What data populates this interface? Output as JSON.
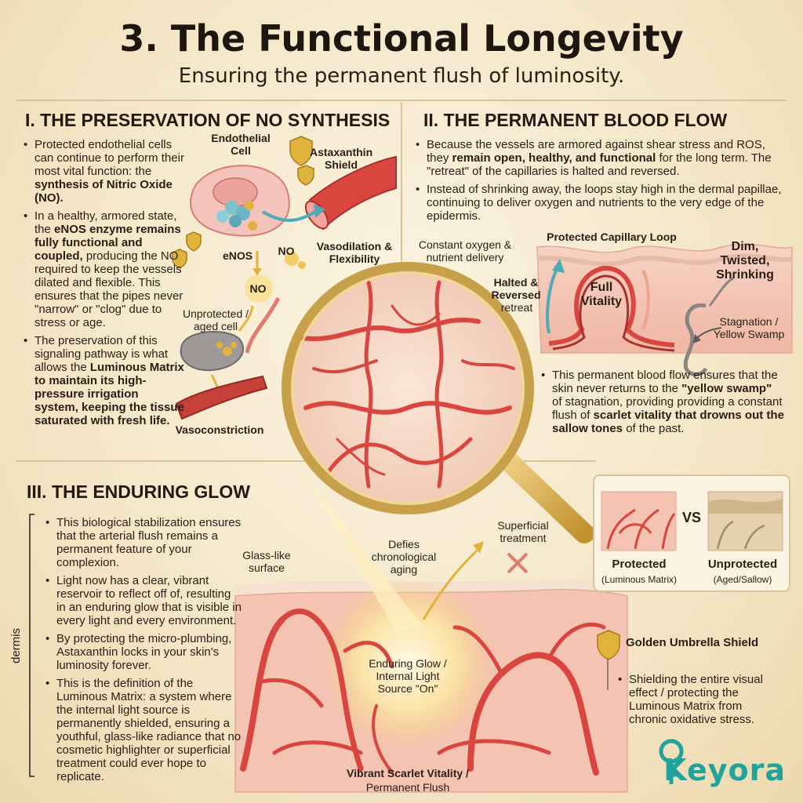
{
  "header": {
    "title": "3. The Functional Longevity",
    "subtitle": "Ensuring the permanent flush of luminosity."
  },
  "section1": {
    "heading": "I. THE PRESERVATION OF NO SYNTHESIS",
    "bullet1_plain": "Protected endothelial cells can continue to perform their most vital function: the",
    "bullet1_bold": "synthesis of Nitric Oxide (NO).",
    "bullet2_plain_a": "In a healthy, armored state, the",
    "bullet2_bold": "eNOS enzyme remains fully functional and coupled,",
    "bullet2_plain_b": "producing the NO required to keep the vessels dilated and flexible. This ensures that the pipes never \"narrow\" or \"clog\" due to stress or age.",
    "bullet3_plain": "The preservation of this signaling pathway is what allows the",
    "bullet3_bold": "Luminous Matrix to maintain its high-pressure irrigation system, keeping the tissue saturated with fresh life.",
    "label_endothelial": "Endothelial Cell",
    "label_astaxanthin": "Astaxanthin Shield",
    "label_enos": "eNOS",
    "label_no1": "NO",
    "label_no2": "NO",
    "label_vasodilation": "Vasodilation & Flexibility",
    "label_unprotected": "Unprotected / aged cell",
    "label_vasoconstriction": "Vasoconstriction"
  },
  "section2": {
    "heading": "II. THE PERMANENT BLOOD FLOW",
    "bullet1_plain_a": "Because the vessels are armored against shear stress and ROS, they",
    "bullet1_bold": "remain open, healthy, and functional",
    "bullet1_plain_b": "for the long term. The \"retreat\" of the capillaries is halted and reversed.",
    "bullet2": "Instead of shrinking away, the loops stay high in the dermal papillae, continuing to deliver oxygen and nutrients to the very edge of the epidermis.",
    "bullet3_plain_a": "This permanent blood flow ensures that the skin never returns to the",
    "bullet3_bold_a": "\"yellow swamp\"",
    "bullet3_plain_b": "of stagnation, providing providing a constant flush of",
    "bullet3_bold_b": "scarlet vitality that drowns out the sallow tones",
    "bullet3_plain_c": "of the past.",
    "label_constant": "Constant oxygen & nutrient delivery",
    "label_loop": "Protected Capillary Loop",
    "label_dim": "Dim, Twisted, Shrinking",
    "label_halted": "Halted & Reversed",
    "label_retreat": "retreat",
    "label_full": "Full Vitality",
    "label_stagnation": "Stagnation / Yellow Swamp"
  },
  "section3": {
    "heading": "III. THE ENDURING GLOW",
    "side_label": "dermis",
    "bullet1": "This biological stabilization ensures that the arterial flush remains a permanent feature of your complexion.",
    "bullet2": "Light now has a clear, vibrant reservoir to reflect off of, resulting in an enduring glow that is visible in every light and every environment.",
    "bullet3": "By protecting the micro-plumbing, Astaxanthin locks in your skin's luminosity forever.",
    "bullet4": "This is the definition of the Luminous Matrix: a system where the internal light source is permanently shielded, ensuring a youthful, glass-like radiance that no cosmetic highlighter or superficial treatment could ever hope to replicate.",
    "label_glass": "Glass-like surface",
    "label_defies": "Defies chronological aging",
    "label_superficial": "Superficial treatment",
    "label_glow": "Enduring Glow / Internal Light Source \"On\"",
    "label_vibrant": "Vibrant Scarlet Vitality /",
    "label_flush": "Permanent Flush",
    "label_shield": "Golden Umbrella Shield",
    "shield_bullet": "Shielding the entire visual effect / protecting the Luminous Matrix from chronic oxidative stress."
  },
  "compare": {
    "vs": "VS",
    "protected": "Protected",
    "protected_sub": "(Luminous Matrix)",
    "unprotected": "Unprotected",
    "unprotected_sub": "(Aged/Sallow)"
  },
  "brand": {
    "logo": "Keyora"
  },
  "colors": {
    "vessel": "#d9463f",
    "gold": "#e2b33c",
    "teal": "#1fa39a",
    "ink": "#2a1d14"
  }
}
